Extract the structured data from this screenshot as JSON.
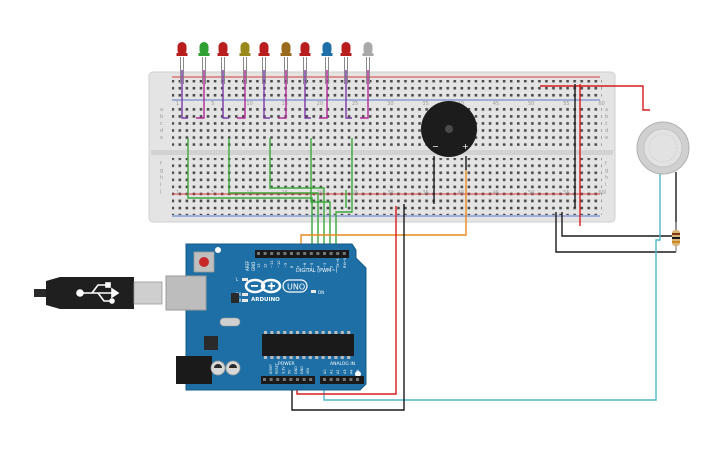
{
  "colors": {
    "background": "#ffffff",
    "breadboard": "#e6e6e6",
    "rail_red": "#d93a3a",
    "rail_blue": "#5a78c8",
    "arduino_board": "#1d6fa5",
    "wire_green": "#3aa83a",
    "wire_purple": "#7a3aa8",
    "wire_magenta": "#b02a9a",
    "wire_red": "#d81d1d",
    "wire_black": "#1a1a1a",
    "wire_orange": "#e58a1f",
    "wire_teal": "#4fb7c7"
  },
  "leds": [
    {
      "color": "#b81e1e",
      "name": "led-red-1"
    },
    {
      "color": "#2fa033",
      "name": "led-green-1"
    },
    {
      "color": "#b81e1e",
      "name": "led-red-2"
    },
    {
      "color": "#9a8a1e",
      "name": "led-olive-1"
    },
    {
      "color": "#b81e1e",
      "name": "led-red-3"
    },
    {
      "color": "#9a6a1e",
      "name": "led-brown-1"
    },
    {
      "color": "#b81e1e",
      "name": "led-red-4"
    },
    {
      "color": "#1e6fa8",
      "name": "led-blue-1"
    },
    {
      "color": "#b81e1e",
      "name": "led-red-5"
    },
    {
      "color": "#a9a9a9",
      "name": "led-white-1"
    }
  ],
  "breadboard": {
    "column_numbers": [
      "1",
      "5",
      "10",
      "15",
      "20",
      "25",
      "30",
      "35",
      "40",
      "45",
      "50",
      "55",
      "60"
    ],
    "row_letters_top": [
      "a",
      "b",
      "c",
      "d",
      "e"
    ],
    "row_letters_bottom": [
      "f",
      "g",
      "h",
      "i",
      "j"
    ]
  },
  "buzzer": {
    "minus": "−",
    "plus": "+"
  },
  "arduino": {
    "logo_text": "ARDUINO",
    "uno": "UNO",
    "digital_label": "DIGITAL (PWM~)",
    "aref": "AREF",
    "gnd_top": "GND",
    "power_label": "POWER",
    "analog_label": "ANALOG IN",
    "tx": "TX",
    "rx": "RX",
    "on": "ON",
    "l": "L",
    "power_pins": [
      "IOREF",
      "RESET",
      "3.3V",
      "5V",
      "GND",
      "GND",
      "VIN"
    ],
    "analog_pins": [
      "A0",
      "A1",
      "A2",
      "A3",
      "A4",
      "A5"
    ],
    "digital_pins": [
      "13",
      "12",
      "~11",
      "~10",
      "~9",
      "8",
      "7",
      "~6",
      "~5",
      "4",
      "~3",
      "2",
      "TX→1",
      "RX←0"
    ]
  }
}
